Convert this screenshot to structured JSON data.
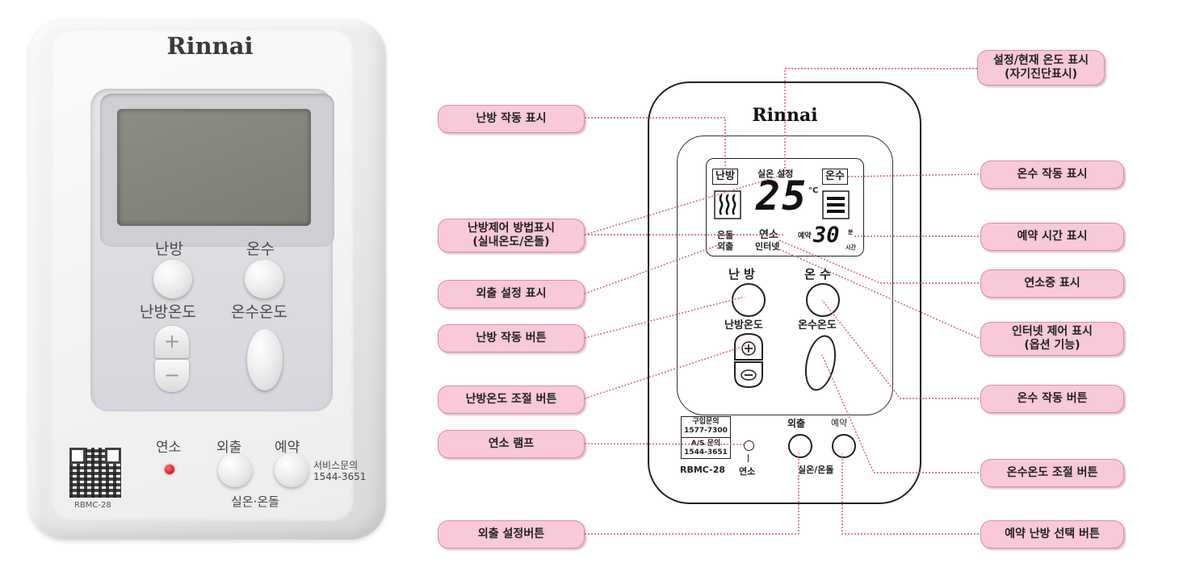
{
  "photo": {
    "brand": "Rinnai",
    "labels": {
      "heating": "난방",
      "hot_water": "온수",
      "heating_temp": "난방온도",
      "hot_water_temp": "온수온도",
      "combustion": "연소",
      "away": "외출",
      "reservation": "예약",
      "service": "서비스문의",
      "service_phone": "1544-3651",
      "model": "RBMC-28",
      "room_floor": "실온·온돌",
      "plus": "+",
      "minus": "−"
    }
  },
  "diagram": {
    "brand": "Rinnai",
    "lcd": {
      "heating_box": "난방",
      "hot_water_box": "온수",
      "room_set": "실온 설정",
      "temp_value": "25",
      "degree": "°C",
      "ondol": "온돌",
      "away": "외출",
      "combustion": "연소",
      "internet": "인터넷",
      "reserve": "예약",
      "time_value": "30",
      "unit_min": "분",
      "unit_hour": "시간"
    },
    "labels": {
      "heating": "난 방",
      "hot_water": "온 수",
      "heating_temp": "난방온도",
      "hot_water_temp": "온수온도",
      "away": "외출",
      "reservation": "예약",
      "purchase": "구입문의",
      "purchase_phone": "1577-7300",
      "as": "A/S 문의",
      "as_phone": "1544-3651",
      "model": "RBMC-28",
      "combustion": "연소",
      "room_floor": "실온/온돌",
      "plus": "+",
      "minus": "−"
    },
    "callouts": {
      "heating_indicator": "난방 작동 표시",
      "heating_method_1": "난방제어 방법표시",
      "heating_method_2": "(실내온도/온돌)",
      "away_indicator": "외출 설정 표시",
      "heating_button": "난방 작동 버튼",
      "heating_temp_button": "난방온도 조절 버튼",
      "combustion_lamp": "연소 램프",
      "away_button": "외출 설정버튼",
      "temp_display_1": "설정/현재 온도 표시",
      "temp_display_2": "(자기진단표시)",
      "hot_water_indicator": "온수 작동 표시",
      "reservation_time": "예약 시간 표시",
      "combustion_indicator": "연소중 표시",
      "internet_1": "인터넷 제어 표시",
      "internet_2": "(옵션 기능)",
      "hot_water_button": "온수 작동 버튼",
      "hot_water_temp_button": "온수온도 조절 버튼",
      "reservation_button": "예약 난방 선택 버튼"
    }
  },
  "colors": {
    "callout_fill": "#f8c9d8",
    "callout_border": "#e28aa7",
    "leader_line": "#d6577f"
  }
}
